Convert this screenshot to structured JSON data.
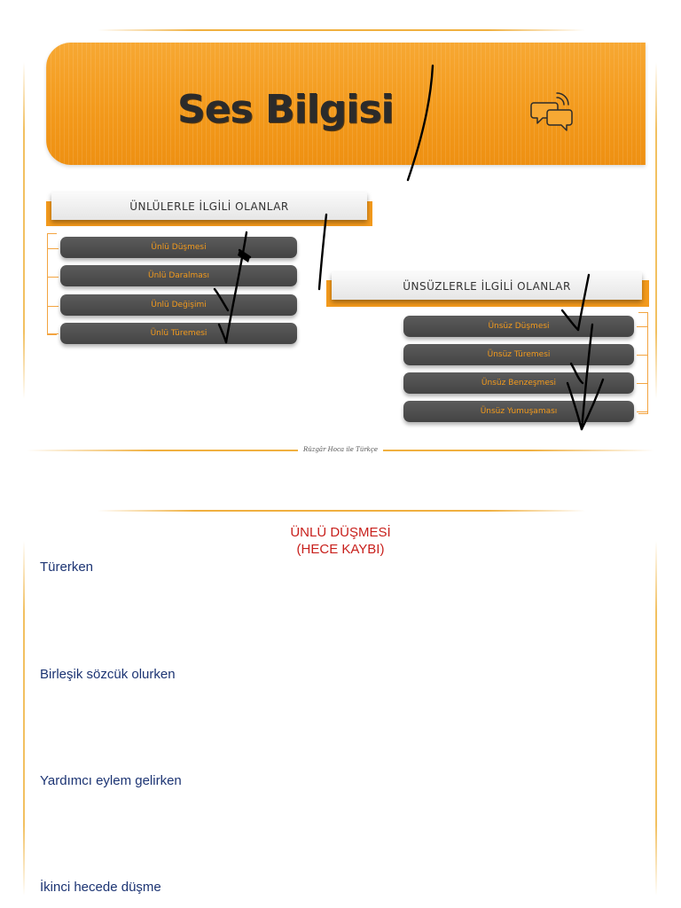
{
  "banner": {
    "title": "Ses Bilgisi",
    "icon": "speech-bubbles-icon"
  },
  "vowels_section": {
    "header": "ÜNLÜLERLE İLGİLİ OLANLAR",
    "items": [
      "Ünlü Düşmesi",
      "Ünlü Daralması",
      "Ünlü Değişimi",
      "Ünlü Türemesi"
    ]
  },
  "consonants_section": {
    "header": "ÜNSÜZLERLE İLGİLİ OLANLAR",
    "items": [
      "Ünsüz Düşmesi",
      "Ünsüz Türemesi",
      "Ünsüz Benzeşmesi",
      "Ünsüz Yumuşaması"
    ]
  },
  "footer_signature": "Rüzgâr Hoca ile Türkçe",
  "page2": {
    "title_line1": "ÜNLÜ DÜŞMESİ",
    "title_line2": "(HECE KAYBI)",
    "headings": [
      "Türerken",
      "Birleşik sözcük olurken",
      "Yardımcı eylem gelirken",
      "İkinci hecede düşme"
    ]
  },
  "colors": {
    "accent": "#f39a1c",
    "pill": "#4f4f4f",
    "red_title": "#c8201c",
    "heading": "#1c3473"
  }
}
